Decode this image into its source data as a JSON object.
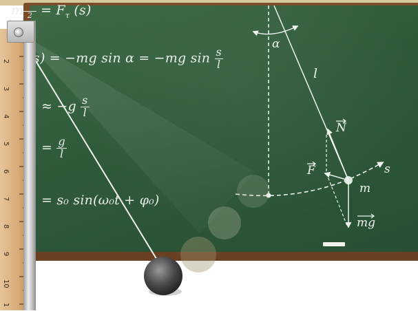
{
  "formulas": {
    "top_partial": "= F",
    "top_sub": "τ",
    "top_arg": "(s)",
    "restoring_lhs": "s) = −mg sin α = −mg sin",
    "restoring_frac_num": "s",
    "restoring_frac_den": "l",
    "approx_lhs": "≈ −g",
    "approx_frac_num": "s",
    "approx_frac_den": "l",
    "omega_frac_num": "g",
    "omega_frac_den": "l",
    "solution": "= s₀ sin(ω₀t + φ₀)"
  },
  "diagram_labels": {
    "alpha": "α",
    "length": "l",
    "normal": "N",
    "force": "F",
    "arc": "s",
    "mass": "m",
    "weight": "mg"
  },
  "ruler": {
    "marks": [
      "2",
      "3",
      "4",
      "5",
      "6",
      "7",
      "8",
      "9",
      "10",
      "1"
    ]
  },
  "colors": {
    "board": "#2f5a3a",
    "frame": "#6a4022",
    "chalk": "#eef4ee",
    "ruler": "#d8ab78",
    "bob": "#4a4a4a"
  }
}
